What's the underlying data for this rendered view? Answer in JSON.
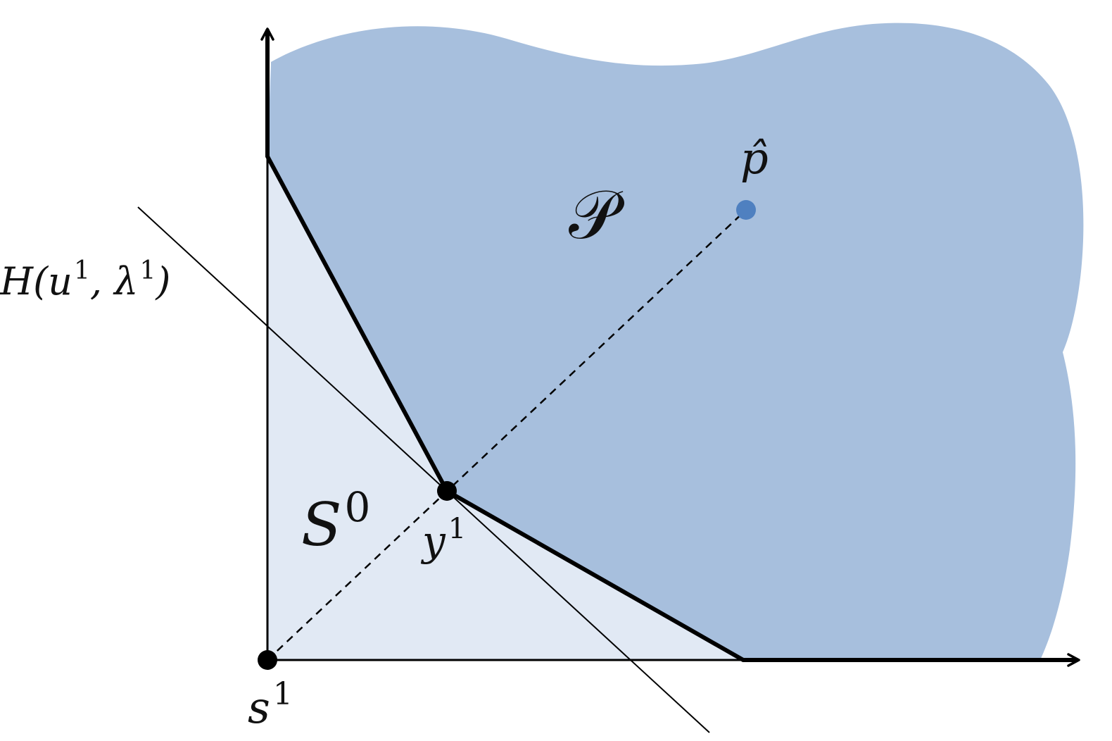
{
  "labels": {
    "region_p": "𝒫",
    "region_s": "S",
    "region_s_sup": "0",
    "point_y": "y",
    "point_y_sup": "1",
    "point_s": "s",
    "point_s_sup": "1",
    "point_p": "p̂",
    "hyperplane_H": "H(",
    "hyperplane_u": "u",
    "hyperplane_u_sup": "1",
    "hyperplane_comma": ", ",
    "hyperplane_lambda": "λ",
    "hyperplane_lambda_sup": "1",
    "hyperplane_close": ")"
  },
  "colors": {
    "region_p_fill": "#a7bfdd",
    "region_s_fill": "#e1e9f4",
    "ideal_point": "#4f80c0",
    "lines": "#000000"
  }
}
